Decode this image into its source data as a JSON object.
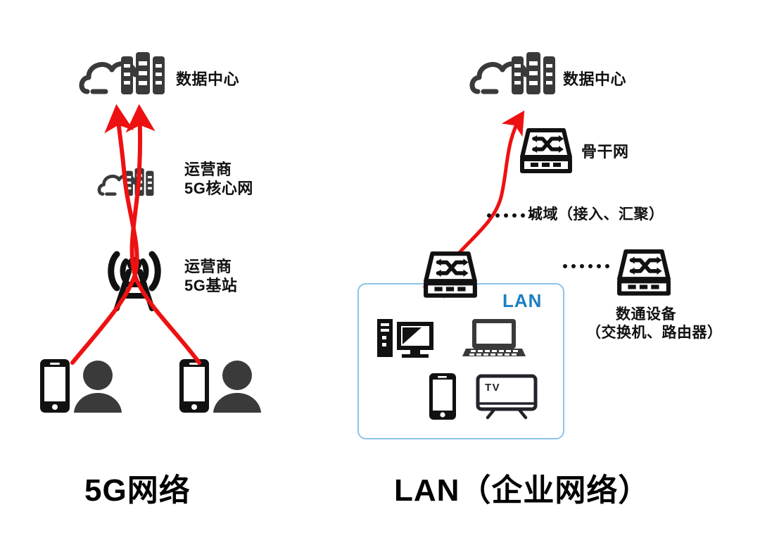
{
  "diagram": {
    "title": "5G network versus LAN enterprise network comparison",
    "background_color": "#ffffff",
    "arrow_color": "#ee1111",
    "lan_accent_color": "#1a7fc1",
    "lan_border_color": "#8cc3e8",
    "icon_dark_color": "#3a3a3a",
    "icon_black_color": "#111111"
  },
  "left_panel": {
    "title": "5G网络",
    "nodes": [
      {
        "id": "data-center",
        "label": "数据中心",
        "icon": "cloud-server-icon"
      },
      {
        "id": "core-network",
        "label": "运营商\n5G核心网",
        "icon": "cloud-server-icon"
      },
      {
        "id": "base-station",
        "label": "运营商\n5G基站",
        "icon": "cell-tower-icon"
      },
      {
        "id": "user-left",
        "label": "",
        "icon": "phone-user-icon"
      },
      {
        "id": "user-right",
        "label": "",
        "icon": "phone-user-icon"
      }
    ],
    "connections": [
      {
        "from": "user-left",
        "to": "data-center",
        "style": "curved-arrow",
        "color": "#ee1111"
      },
      {
        "from": "user-right",
        "to": "data-center",
        "style": "curved-arrow",
        "color": "#ee1111"
      }
    ]
  },
  "right_panel": {
    "title": "LAN（企业网络）",
    "nodes": [
      {
        "id": "data-center-2",
        "label": "数据中心",
        "icon": "cloud-server-icon"
      },
      {
        "id": "backbone",
        "label": "骨干网",
        "icon": "switch-icon"
      },
      {
        "id": "metro",
        "label": "城域（接入、汇聚）",
        "icon": "ellipsis-dots"
      },
      {
        "id": "access-switch",
        "label": "",
        "icon": "switch-icon"
      },
      {
        "id": "datacom-device",
        "label": "数通设备\n（交换机、路由器）",
        "icon": "switch-icon"
      }
    ],
    "lan": {
      "label": "LAN",
      "devices": [
        {
          "id": "desktop",
          "icon": "desktop-pc-icon"
        },
        {
          "id": "laptop",
          "icon": "laptop-icon"
        },
        {
          "id": "smartphone",
          "icon": "smartphone-icon"
        },
        {
          "id": "tv",
          "icon": "tv-icon",
          "screen_text": "TV"
        }
      ]
    },
    "connections": [
      {
        "from": "access-switch",
        "to": "data-center-2",
        "style": "double-headed-curve",
        "color": "#ee1111"
      }
    ]
  }
}
